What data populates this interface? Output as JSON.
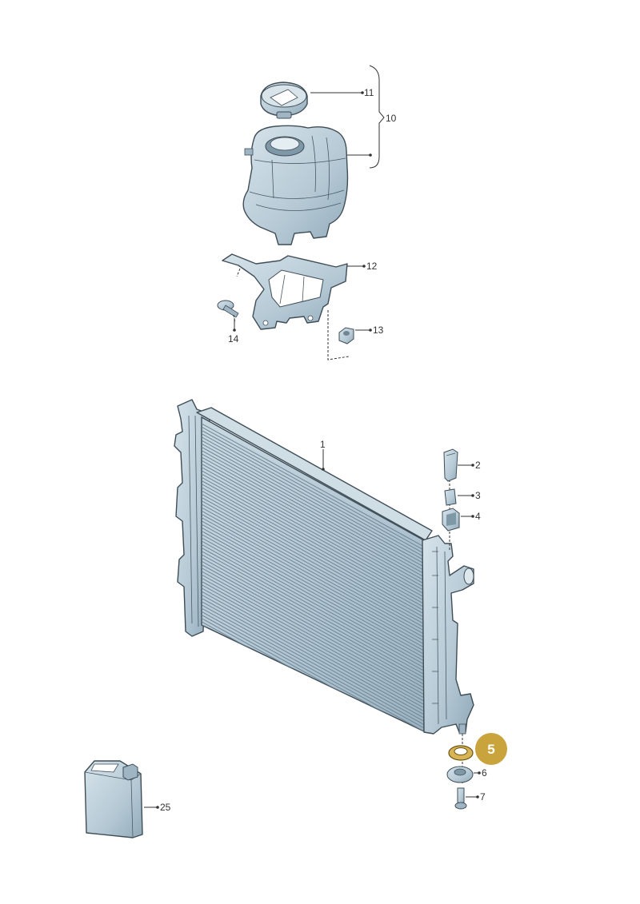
{
  "callouts": {
    "c1": "1",
    "c2": "2",
    "c3": "3",
    "c4": "4",
    "c5": "5",
    "c6": "6",
    "c7": "7",
    "c10": "10",
    "c11": "11",
    "c12": "12",
    "c13": "13",
    "c14": "14",
    "c25": "25"
  },
  "highlight": {
    "label": "5",
    "color": "#c9a33b"
  },
  "colors": {
    "part_fill": "#b7cbd6",
    "part_dark": "#8ea6b5",
    "part_light": "#d4e1e8",
    "outline": "#3f4d57"
  },
  "icons": [
    "expansion-tank-icon",
    "filler-cap-icon",
    "bracket-icon",
    "screw-icon",
    "nut-icon",
    "radiator-icon",
    "coolant-canister-icon"
  ]
}
